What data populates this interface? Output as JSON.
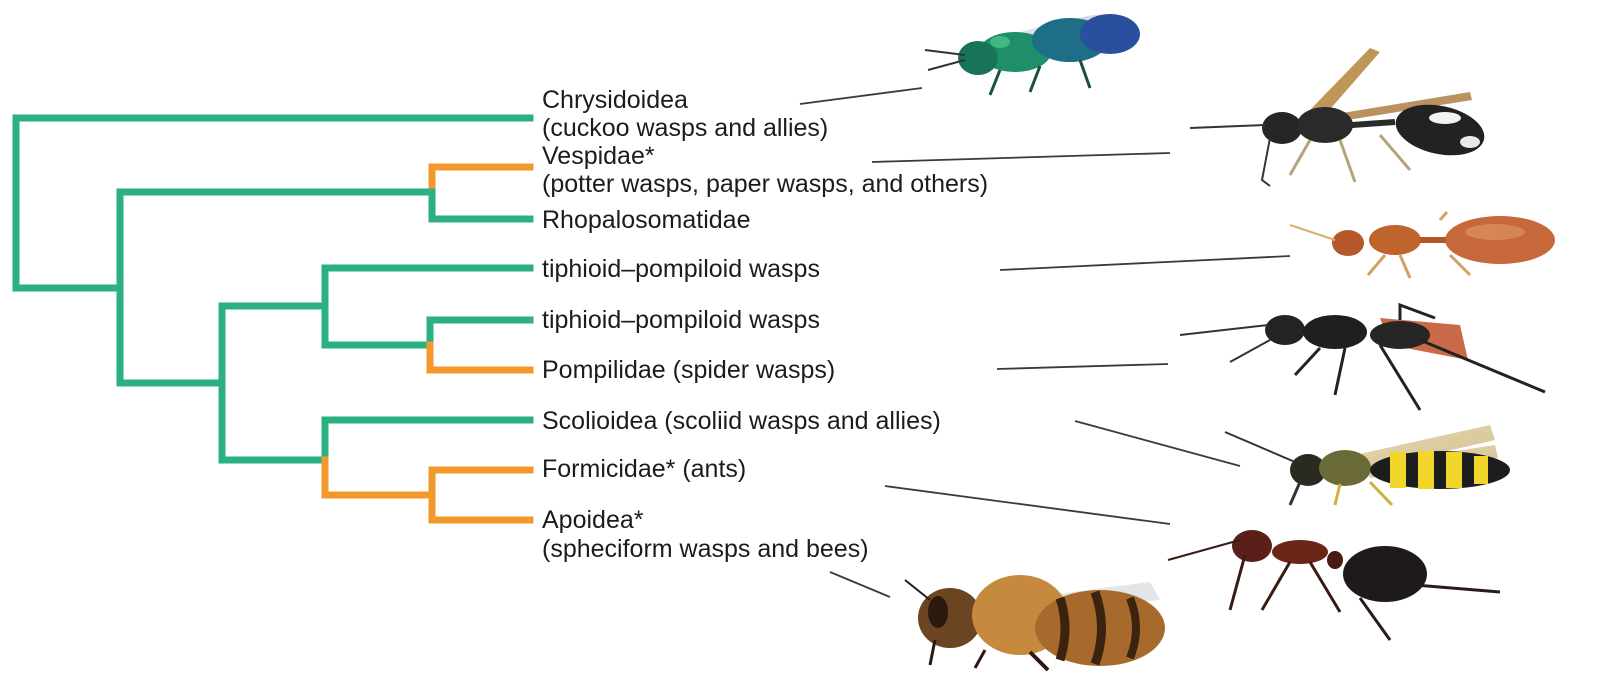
{
  "colors": {
    "lineage_default": "#2bb07f",
    "lineage_highlight": "#f3982a",
    "leader": "#3a3a3a"
  },
  "taxa": [
    {
      "line1": "Chrysidoidea",
      "line2": "(cuckoo wasps and allies)",
      "icon": "cuckoo-wasp-photo"
    },
    {
      "line1": "Vespidae*",
      "line2": "(potter wasps, paper wasps, and others)",
      "icon": "potter-wasp-photo"
    },
    {
      "line1": "Rhopalosomatidae",
      "line2": ""
    },
    {
      "line1": "tiphioid–pompiloid wasps",
      "line2": "",
      "icon": "velvet-ant-photo"
    },
    {
      "line1": "tiphioid–pompiloid wasps",
      "line2": ""
    },
    {
      "line1": "Pompilidae (spider wasps)",
      "line2": "",
      "icon": "spider-wasp-photo"
    },
    {
      "line1": "Scolioidea (scoliid wasps and allies)",
      "line2": "",
      "icon": "scoliid-wasp-photo"
    },
    {
      "line1": "Formicidae* (ants)",
      "line2": "",
      "icon": "ant-photo"
    },
    {
      "line1": "Apoidea*",
      "line2": "(spheciform wasps and bees)",
      "icon": "honeybee-photo"
    }
  ]
}
